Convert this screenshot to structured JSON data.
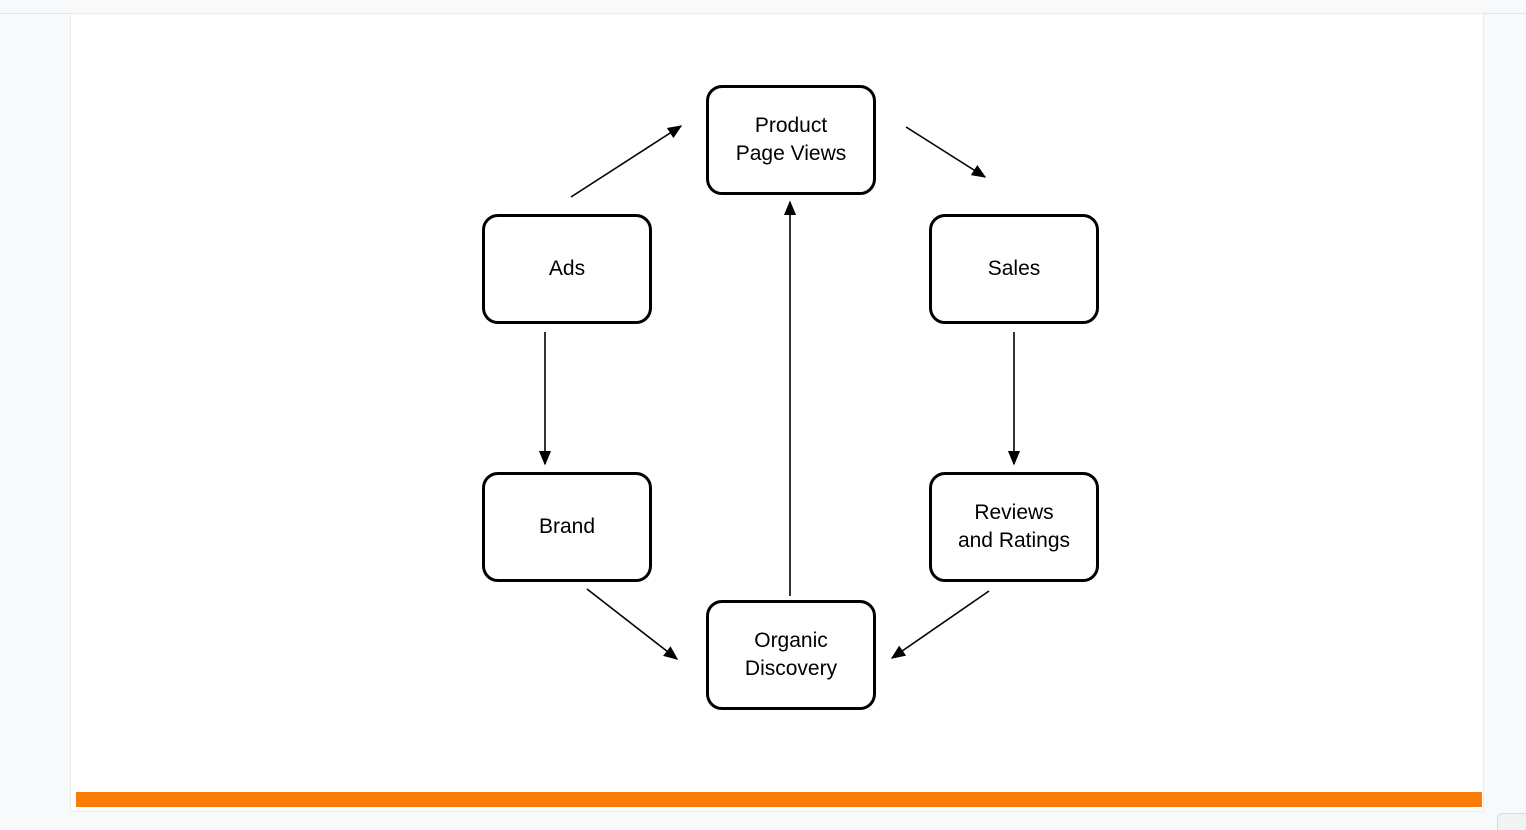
{
  "diagram": {
    "nodes": [
      {
        "id": "product-page-views",
        "label": "Product\nPage Views"
      },
      {
        "id": "ads",
        "label": "Ads"
      },
      {
        "id": "sales",
        "label": "Sales"
      },
      {
        "id": "brand",
        "label": "Brand"
      },
      {
        "id": "reviews-and-ratings",
        "label": "Reviews\nand Ratings"
      },
      {
        "id": "organic-discovery",
        "label": "Organic\nDiscovery"
      }
    ],
    "edges": [
      {
        "from": "Ads",
        "to": "Product Page Views"
      },
      {
        "from": "Product Page Views",
        "to": "Sales"
      },
      {
        "from": "Ads",
        "to": "Brand"
      },
      {
        "from": "Sales",
        "to": "Reviews and Ratings"
      },
      {
        "from": "Brand",
        "to": "Organic Discovery"
      },
      {
        "from": "Reviews and Ratings",
        "to": "Organic Discovery"
      },
      {
        "from": "Organic Discovery",
        "to": "Product Page Views"
      }
    ],
    "colors": {
      "node_border": "#000000",
      "node_fill": "#ffffff",
      "accent_bar": "#f97c06",
      "canvas_bg": "#ffffff",
      "page_bg": "#f8f9fa"
    }
  }
}
